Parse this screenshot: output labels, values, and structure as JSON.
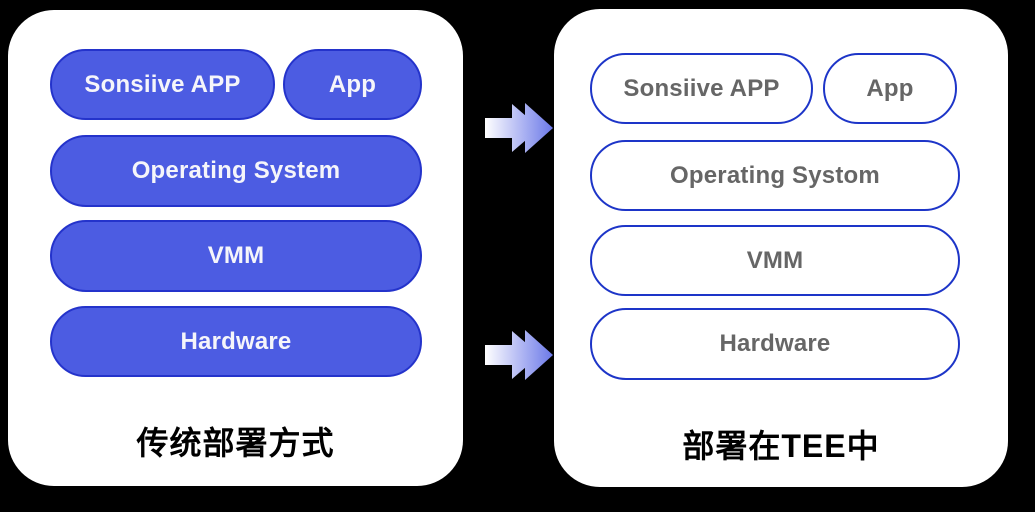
{
  "left_panel": {
    "caption": "传统部署方式",
    "pills": {
      "app_main": "Sonsiive APP",
      "app_secondary": "App",
      "os": "Operating System",
      "vmm": "VMM",
      "hardware": "Hardware"
    }
  },
  "right_panel": {
    "caption": "部署在TEE中",
    "pills": {
      "app_main": "Sonsiive APP",
      "app_secondary": "App",
      "os": "Operating Systom",
      "vmm": "VMM",
      "hardware": "Hardware"
    }
  },
  "icons": {
    "arrow_top": "double-chevron-right-arrow",
    "arrow_bottom": "double-chevron-right-arrow"
  },
  "colors": {
    "background": "#000000",
    "panel": "#ffffff",
    "pill_fill": "#4c5ce2",
    "pill_border": "#2433cb",
    "pill_text": "#f5f5fa",
    "outline_border": "#1d35c8",
    "outline_text": "#666666",
    "caption_text": "#000000",
    "arrow_gradient_start": "#ffffff",
    "arrow_gradient_end": "#6b78e8"
  }
}
